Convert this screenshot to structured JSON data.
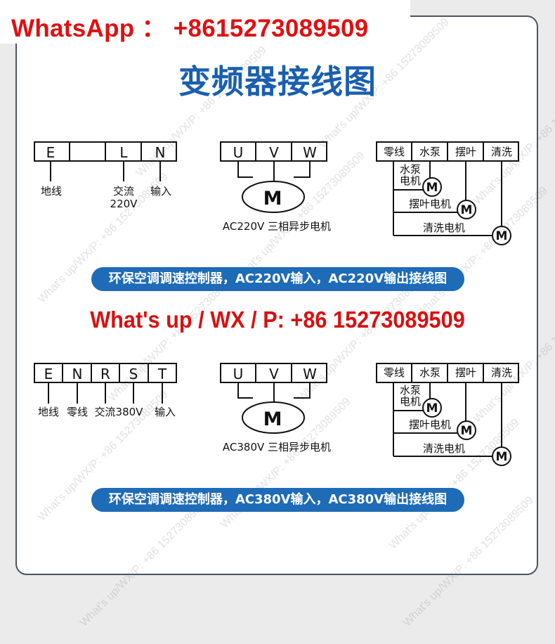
{
  "whatsapp_banner": "WhatsApp ： +8615273089509",
  "title": "变频器接线图",
  "contact_line": "What's up / WX / P: +86 15273089509",
  "watermark": "What's up/WX/P: +86 15273089509",
  "colors": {
    "title_blue": "#1a5fb0",
    "pill_blue": "#1e6bb8",
    "red": "#e01010",
    "frame": "#4a5563"
  },
  "section_220": {
    "input_terminals": [
      "E",
      "",
      "L",
      "N"
    ],
    "input_labels": [
      "地线",
      "交流",
      "220V",
      "输入"
    ],
    "output_terminals": [
      "U",
      "V",
      "W"
    ],
    "motor_symbol": "M",
    "motor_caption": "AC220V 三相异步电机",
    "relay_terminals": [
      "零线",
      "水泵",
      "摆叶",
      "清洗"
    ],
    "relay_labels": [
      "水泵",
      "电机",
      "摆叶电机",
      "清洗电机"
    ],
    "relay_motor_symbol": "M",
    "caption": "环保空调调速控制器，AC220V输入，AC220V输出接线图"
  },
  "section_380": {
    "input_terminals": [
      "E",
      "N",
      "R",
      "S",
      "T"
    ],
    "input_labels": [
      "地线",
      "零线",
      "交流380V",
      "输入"
    ],
    "output_terminals": [
      "U",
      "V",
      "W"
    ],
    "motor_symbol": "M",
    "motor_caption": "AC380V 三相异步电机",
    "relay_terminals": [
      "零线",
      "水泵",
      "摆叶",
      "清洗"
    ],
    "relay_labels": [
      "水泵",
      "电机",
      "摆叶电机",
      "清洗电机"
    ],
    "relay_motor_symbol": "M",
    "caption": "环保空调调速控制器，AC380V输入，AC380V输出接线图"
  }
}
